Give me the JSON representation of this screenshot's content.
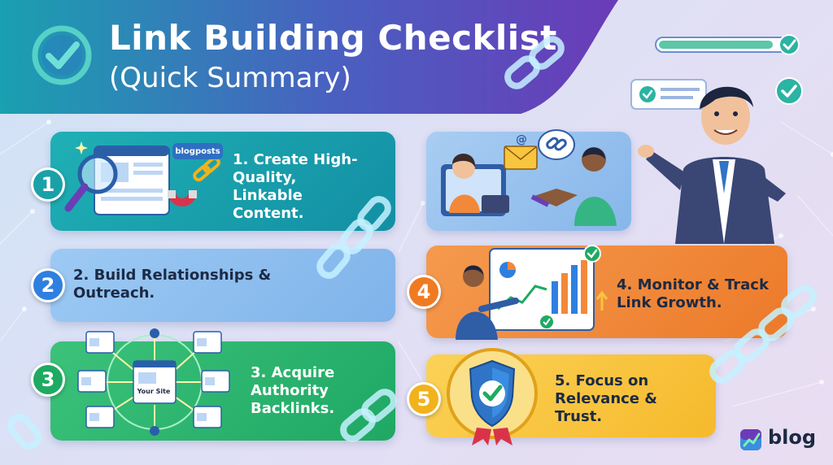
{
  "header": {
    "title_line1": "Link Building Checklist",
    "title_line2": "(Quick Summary)"
  },
  "steps": [
    {
      "number": "1",
      "label_lines": [
        "1. Create High-",
        "Quality,",
        "Linkable",
        "Content."
      ],
      "badge_color": "#1aa1a8",
      "tag": "blogposts"
    },
    {
      "number": "2",
      "label_lines": [
        "2. Build Relationships &",
        "Outreach."
      ],
      "badge_color": "#2f7fe0"
    },
    {
      "number": "3",
      "label_lines": [
        "3. Acquire",
        "Authority",
        "Backlinks."
      ],
      "badge_color": "#1eaa62",
      "center_label": "Your Site"
    },
    {
      "number": "4",
      "label_lines": [
        "4. Monitor & Track",
        "Link Growth."
      ],
      "badge_color": "#f07a22"
    },
    {
      "number": "5",
      "label_lines": [
        "5. Focus on",
        "Relevance &",
        "Trust."
      ],
      "badge_color": "#f2b21c"
    }
  ],
  "brand": {
    "name": "blog"
  },
  "colors": {
    "header_start": "#1aa0b0",
    "header_end": "#6b3bb8",
    "card1": "#17a2a9",
    "card2": "#8fc2f0",
    "card3": "#2fb46e",
    "card4": "#f2893a",
    "card5": "#f8c53f",
    "check": "#2bb3a3"
  },
  "icons": [
    "check-circle-icon",
    "magnifier-icon",
    "magnet-icon",
    "chain-link-icon",
    "email-icon",
    "handshake-icon",
    "bar-chart-icon",
    "shield-check-icon",
    "progress-bar-icon"
  ]
}
